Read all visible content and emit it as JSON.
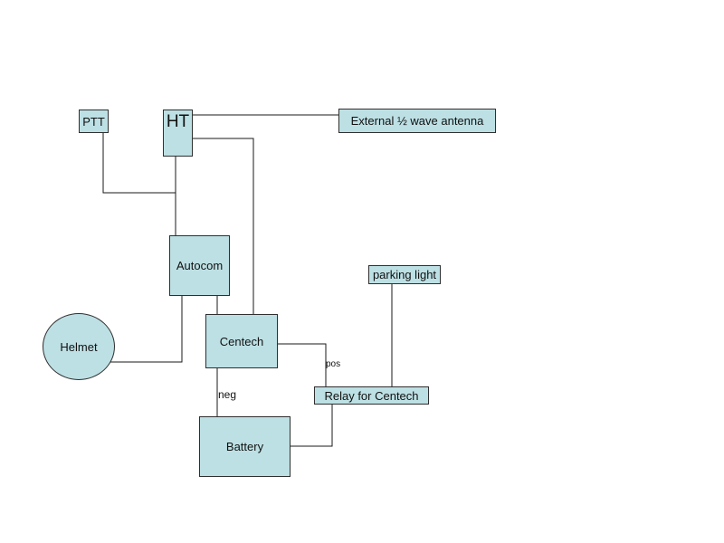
{
  "diagram": {
    "nodes": {
      "ptt": "PTT",
      "ht": "HT",
      "antenna": "External ½ wave antenna",
      "parking_light": "parking light",
      "autocom": "Autocom",
      "helmet": "Helmet",
      "centech": "Centech",
      "relay": "Relay for Centech",
      "battery": "Battery"
    },
    "wire_labels": {
      "pos": "pos",
      "neg": "neg"
    },
    "connections": [
      {
        "from": "HT",
        "to": "External ½ wave antenna"
      },
      {
        "from": "PTT",
        "to": "Autocom"
      },
      {
        "from": "HT",
        "to": "Autocom"
      },
      {
        "from": "HT",
        "to": "Centech"
      },
      {
        "from": "Autocom",
        "to": "Centech"
      },
      {
        "from": "Autocom",
        "to": "Helmet"
      },
      {
        "from": "Centech",
        "to": "Relay for Centech",
        "label": "pos"
      },
      {
        "from": "parking light",
        "to": "Relay for Centech"
      },
      {
        "from": "Centech",
        "to": "Battery",
        "label": "neg"
      },
      {
        "from": "Relay for Centech",
        "to": "Battery"
      }
    ],
    "colors": {
      "box_fill": "#bde0e4",
      "box_border": "#2f2f2f",
      "wire": "#1a1a1a"
    }
  }
}
